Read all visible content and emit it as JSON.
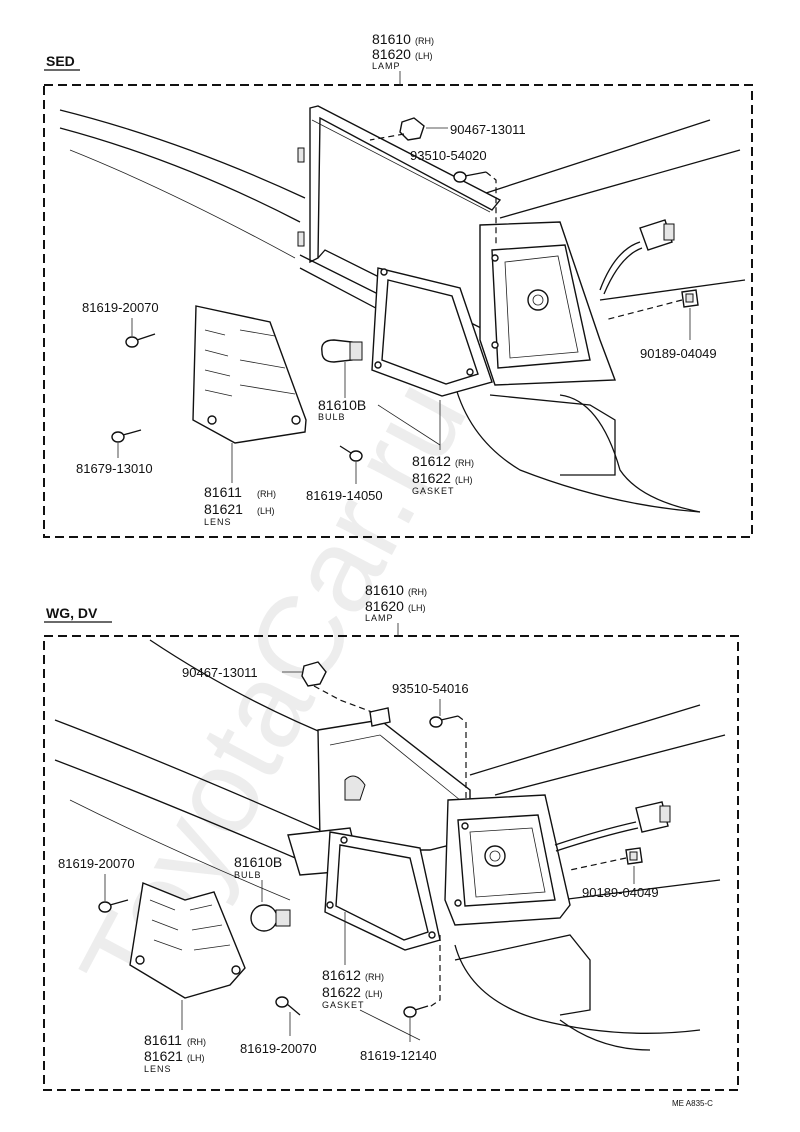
{
  "watermark": "ToyotaCar.ru",
  "figure_code": "ME A835-C",
  "sections": [
    {
      "name": "SED",
      "lamp": {
        "rh": "81610",
        "lh": "81620",
        "rh_sfx": "(RH)",
        "lh_sfx": "(LH)",
        "caption": "LAMP"
      },
      "clip": "90467-13011",
      "screw_top": "93510-54020",
      "screw_left": "81619-20070",
      "screw_left_low": "81679-13010",
      "bulb": {
        "number": "81610B",
        "caption": "BULB"
      },
      "screw_mid": "81619-14050",
      "gasket": {
        "rh": "81612",
        "lh": "81622",
        "rh_sfx": "(RH)",
        "lh_sfx": "(LH)",
        "caption": "GASKET"
      },
      "lens": {
        "rh": "81611",
        "lh": "81621",
        "rh_sfx": "(RH)",
        "lh_sfx": "(LH)",
        "caption": "LENS"
      },
      "nut": "90189-04049"
    },
    {
      "name": "WG, DV",
      "lamp": {
        "rh": "81610",
        "lh": "81620",
        "rh_sfx": "(RH)",
        "lh_sfx": "(LH)",
        "caption": "LAMP"
      },
      "clip": "90467-13011",
      "screw_top": "93510-54016",
      "screw_left": "81619-20070",
      "bulb": {
        "number": "81610B",
        "caption": "BULB"
      },
      "screw_bottom": "81619-20070",
      "gasket": {
        "rh": "81612",
        "lh": "81622",
        "rh_sfx": "(RH)",
        "lh_sfx": "(LH)",
        "caption": "GASKET"
      },
      "lens": {
        "rh": "81611",
        "lh": "81621",
        "rh_sfx": "(RH)",
        "lh_sfx": "(LH)",
        "caption": "LENS"
      },
      "nut": "90189-04049",
      "screw_right_low": "81619-12140"
    }
  ]
}
